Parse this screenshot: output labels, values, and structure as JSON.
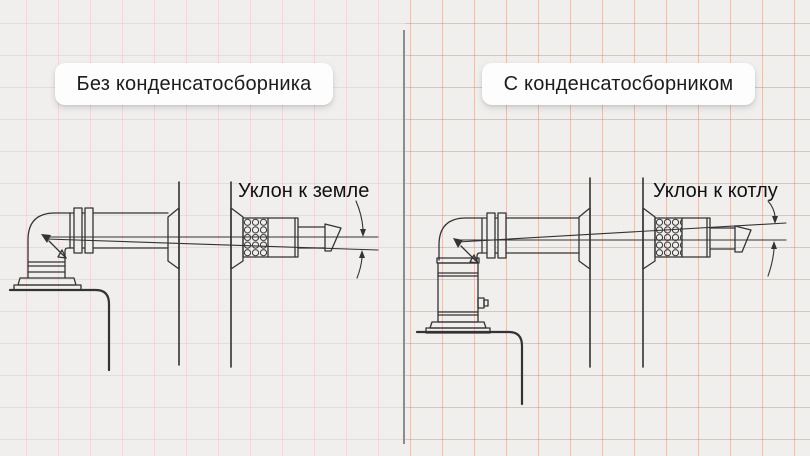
{
  "page": {
    "background_color": "#f0efee",
    "grid_color": "#e29e94",
    "divider_color": "#8c8c8c",
    "line_color": "#333333",
    "badge_background": "#fdfdfd",
    "text_color": "#1c1c1c"
  },
  "panels": [
    {
      "badge": "Без конденсатосборника",
      "slope_label": "Уклон к земле"
    },
    {
      "badge": "С конденсатосборником",
      "slope_label": "Уклон к котлу"
    }
  ]
}
